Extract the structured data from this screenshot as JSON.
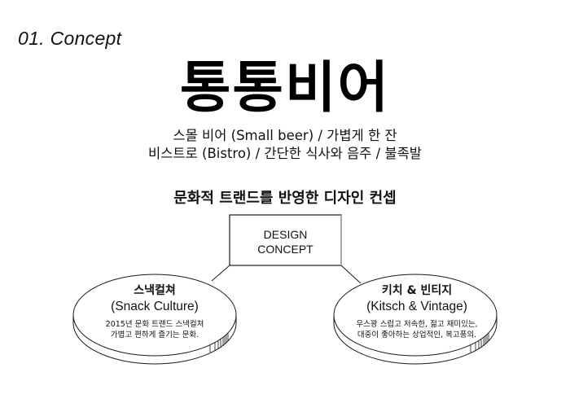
{
  "header": {
    "section_label": "01. Concept",
    "brand_title": "통통비어",
    "subtitle_lines": [
      "스몰 비어 (Small beer) / 가볍게 한 잔",
      "비스트로 (Bistro) / 간단한 식사와 음주 / 불족발"
    ],
    "headline": "문화적 트랜드를 반영한 디자인 컨셉"
  },
  "diagram": {
    "center_box": {
      "line1": "DESIGN",
      "line2": "CONCEPT"
    },
    "nodes": [
      {
        "title": "스낵컬쳐",
        "subtitle": "(Snack Culture)",
        "desc_line1": "2015년 문화 트랜드 스낵컬쳐",
        "desc_line2": "가볍고 편하게 즐기는 문화."
      },
      {
        "title": "키치 & 빈티지",
        "subtitle": "(Kitsch & Vintage)",
        "desc_line1": "우스꽝 스럽고 저속한, 젊고 재미있는,",
        "desc_line2": "대중이 좋아하는 상업적인, 복고풍의."
      }
    ],
    "colors": {
      "line": "#1a1a1a",
      "background": "#ffffff"
    }
  }
}
